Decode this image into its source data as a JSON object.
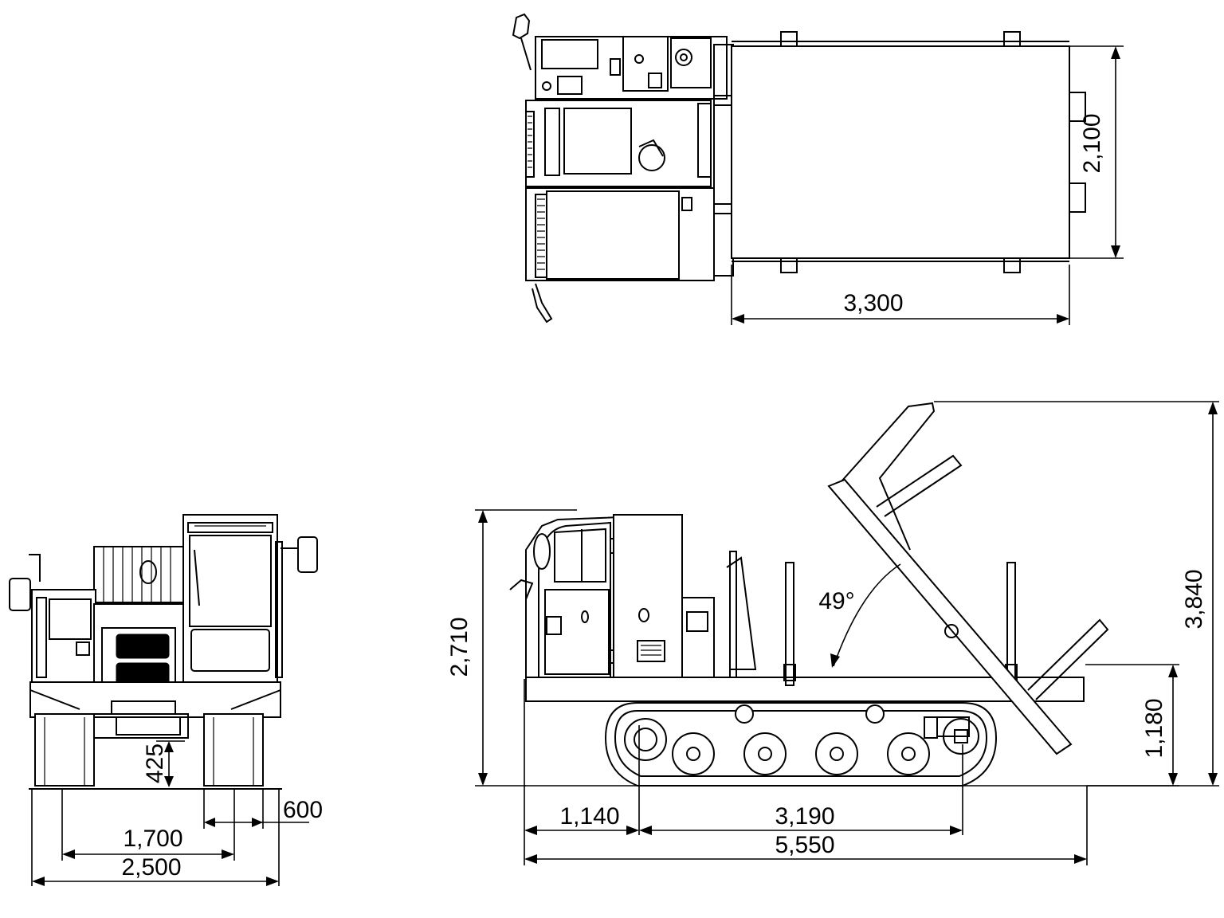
{
  "dimensions": {
    "plan_bed_length": "3,300",
    "plan_bed_width": "2,100",
    "front_ground_clearance": "425",
    "front_track_width": "600",
    "front_track_gauge": "1,700",
    "front_overall_width": "2,500",
    "side_overall_height": "2,710",
    "side_dump_angle": "49°",
    "side_max_dump_height": "3,840",
    "side_bed_height": "1,180",
    "side_front_to_sprocket": "1,140",
    "side_tumbler_distance": "3,190",
    "side_overall_length": "5,550"
  },
  "colors": {
    "line": "#000000",
    "background": "#ffffff"
  }
}
